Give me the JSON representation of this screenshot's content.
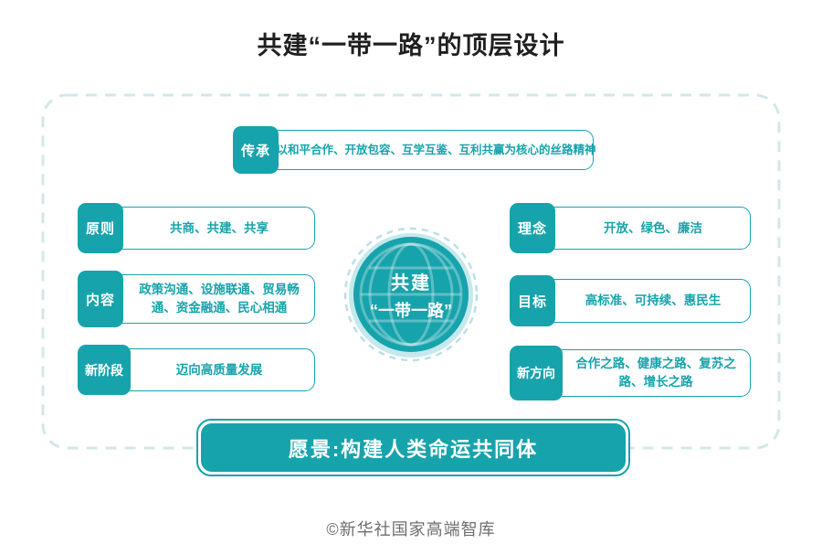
{
  "page": {
    "title": "共建“一带一路”的顶层设计",
    "footer": "©新华社国家高端智库"
  },
  "colors": {
    "teal": "#17A3AC",
    "frame_dash": "#D3E7EA",
    "globe_halo": "#C5E9EC",
    "title_text": "#1F1F1F",
    "footer_text": "#6E6E6E"
  },
  "heritage_row": {
    "label": "传承",
    "text": "以和平合作、开放包容、互学互鉴、互利共赢为核心的丝路精神"
  },
  "left_rows": [
    {
      "label": "原则",
      "text": "共商、共建、共享"
    },
    {
      "label": "内容",
      "text": "政策沟通、设施联通、贸易畅通、资金融通、民心相通"
    },
    {
      "label": "新阶段",
      "text": "迈向高质量发展"
    }
  ],
  "right_rows": [
    {
      "label": "理念",
      "text": "开放、绿色、廉洁"
    },
    {
      "label": "目标",
      "text": "高标准、可持续、惠民生"
    },
    {
      "label": "新方向",
      "text": "合作之路、健康之路、复苏之路、增长之路"
    }
  ],
  "center": {
    "line1": "共建",
    "line2": "“一带一路”"
  },
  "vision": {
    "text": "愿景:构建人类命运共同体"
  }
}
